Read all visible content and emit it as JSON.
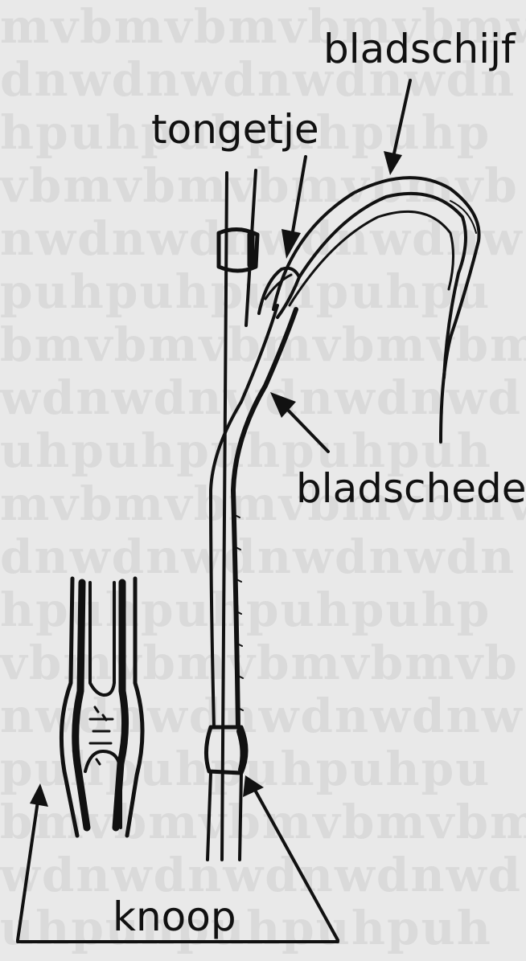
{
  "labels": {
    "blade": "bladschijf",
    "ligule": "tongetje",
    "sheath": "bladschede",
    "node": "knoop"
  },
  "colors": {
    "ink": "#111111",
    "paper": "#e9e9e9",
    "bleed_through": "#cfcfcf"
  }
}
